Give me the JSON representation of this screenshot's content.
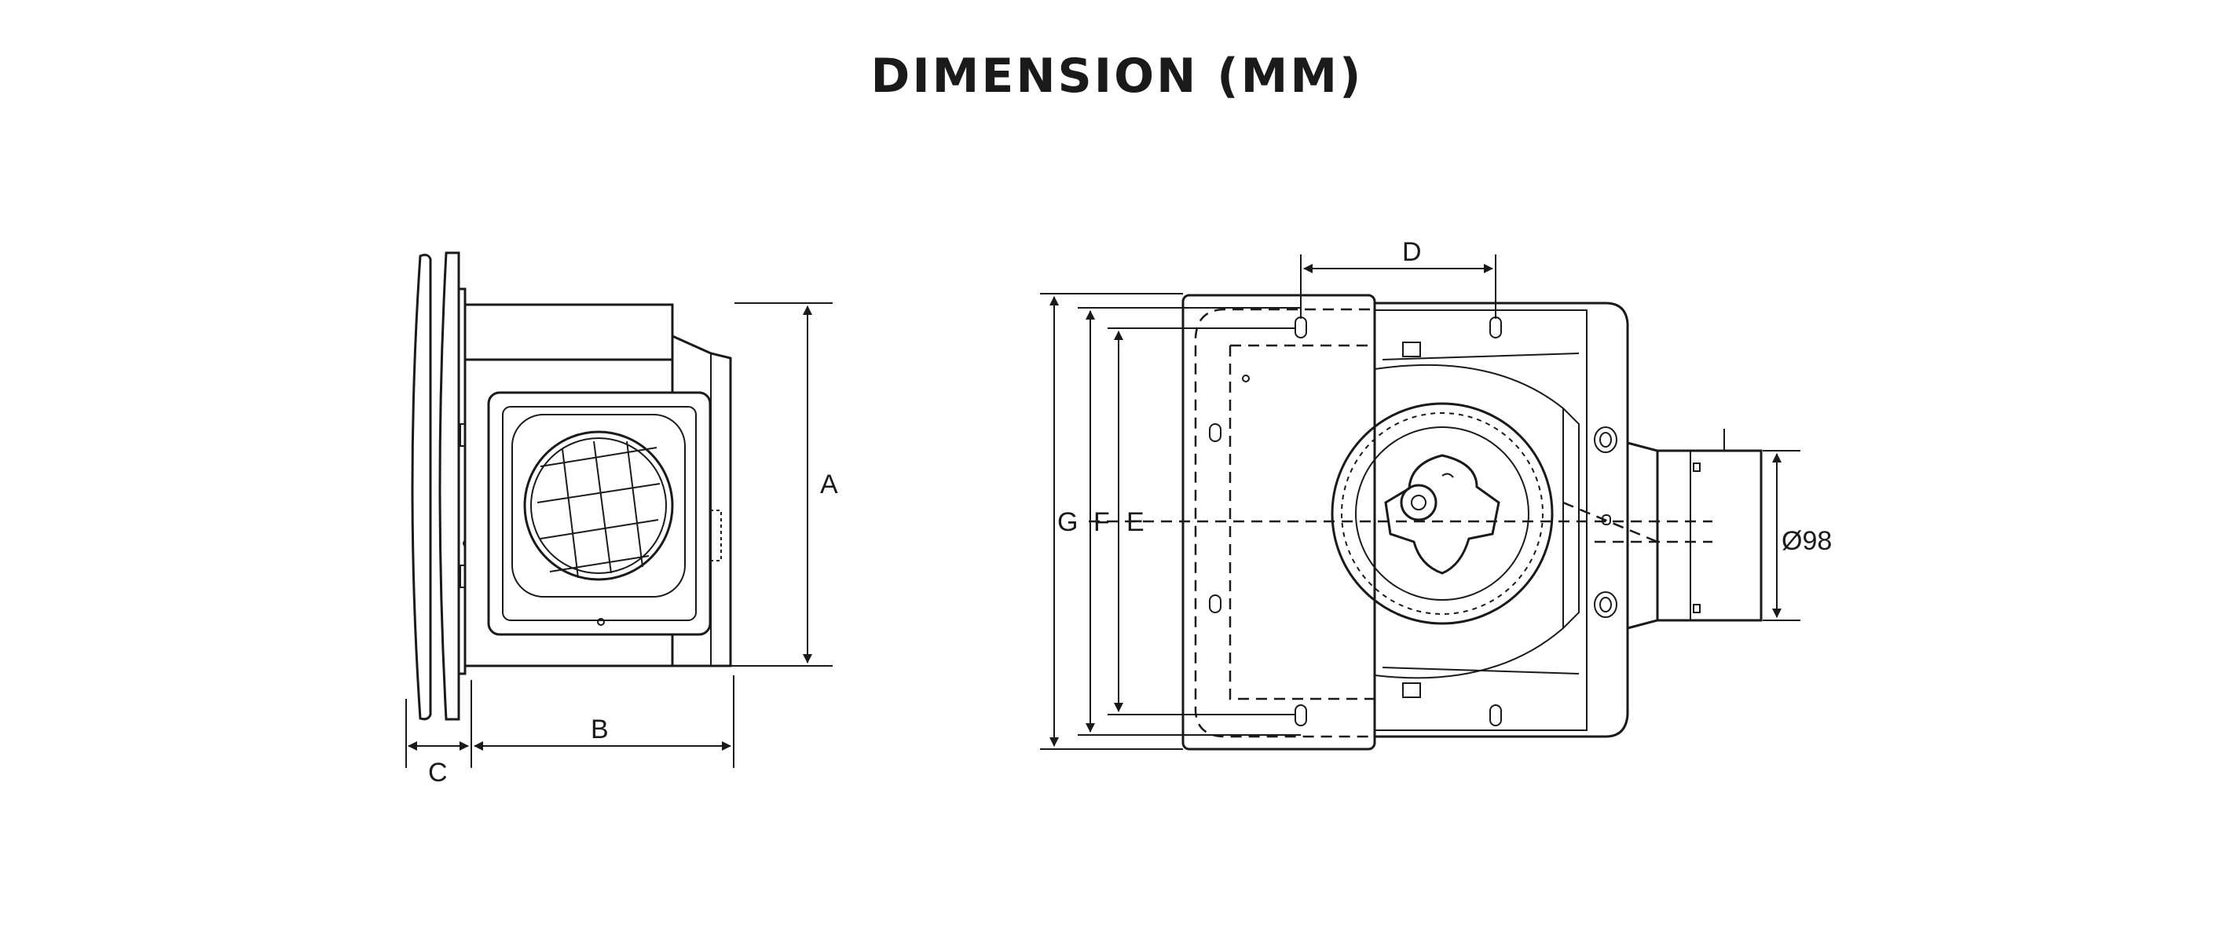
{
  "title": "DIMENSION (MM)",
  "labels": {
    "a": "A",
    "b": "B",
    "c": "C",
    "d": "D",
    "e": "E",
    "f": "F",
    "g": "G",
    "diameter": "Ø98"
  }
}
